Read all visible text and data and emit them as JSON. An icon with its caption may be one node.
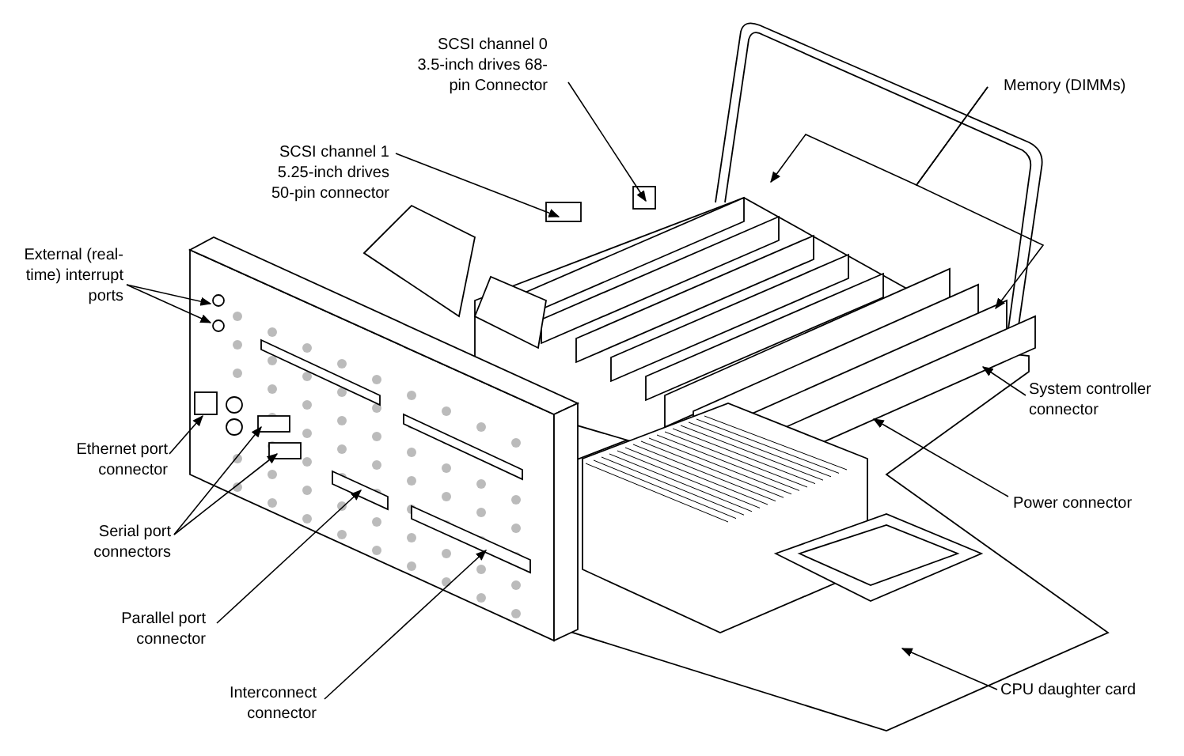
{
  "diagram": {
    "nodes": [
      {
        "text": [
          "SCSI channel 0 3.5-inch drives 68-pin Connector"
        ]
      },
      {
        "text": [
          "Memory (DIMMs)"
        ]
      },
      {
        "text": [
          "SCSI channel 1 5.25-inch drives 50-pin connector"
        ]
      },
      {
        "text": [
          "External (real-time) interrupt ports"
        ]
      },
      {
        "text": [
          "System controller connector"
        ]
      },
      {
        "text": [
          "Ethernet port connector"
        ]
      },
      {
        "text": [
          "Power connector"
        ]
      },
      {
        "text": [
          "Serial port connectors"
        ]
      },
      {
        "text": [
          "Parallel port connector"
        ]
      },
      {
        "text": [
          "CPU daughter card"
        ]
      },
      {
        "text": [
          "Interconnect connector"
        ]
      }
    ],
    "edges": [
      {
        "from": 0,
        "to": null,
        "arrow": "to"
      },
      {
        "from": 1,
        "to": null,
        "arrow": "to"
      },
      {
        "from": 1,
        "to": null,
        "arrow": "to"
      },
      {
        "from": 2,
        "to": null,
        "arrow": "to"
      },
      {
        "from": 3,
        "to": null,
        "arrow": "to"
      },
      {
        "from": 3,
        "to": null,
        "arrow": "to"
      },
      {
        "from": 4,
        "to": null,
        "arrow": "to"
      },
      {
        "from": 5,
        "to": null,
        "arrow": "to"
      },
      {
        "from": 6,
        "to": null,
        "arrow": "to"
      },
      {
        "from": 7,
        "to": null,
        "arrow": "to"
      },
      {
        "from": 7,
        "to": null,
        "arrow": "to"
      },
      {
        "from": 8,
        "to": null,
        "arrow": "to"
      },
      {
        "from": 9,
        "to": null,
        "arrow": "to"
      },
      {
        "from": 10,
        "to": null,
        "arrow": "to"
      }
    ]
  }
}
